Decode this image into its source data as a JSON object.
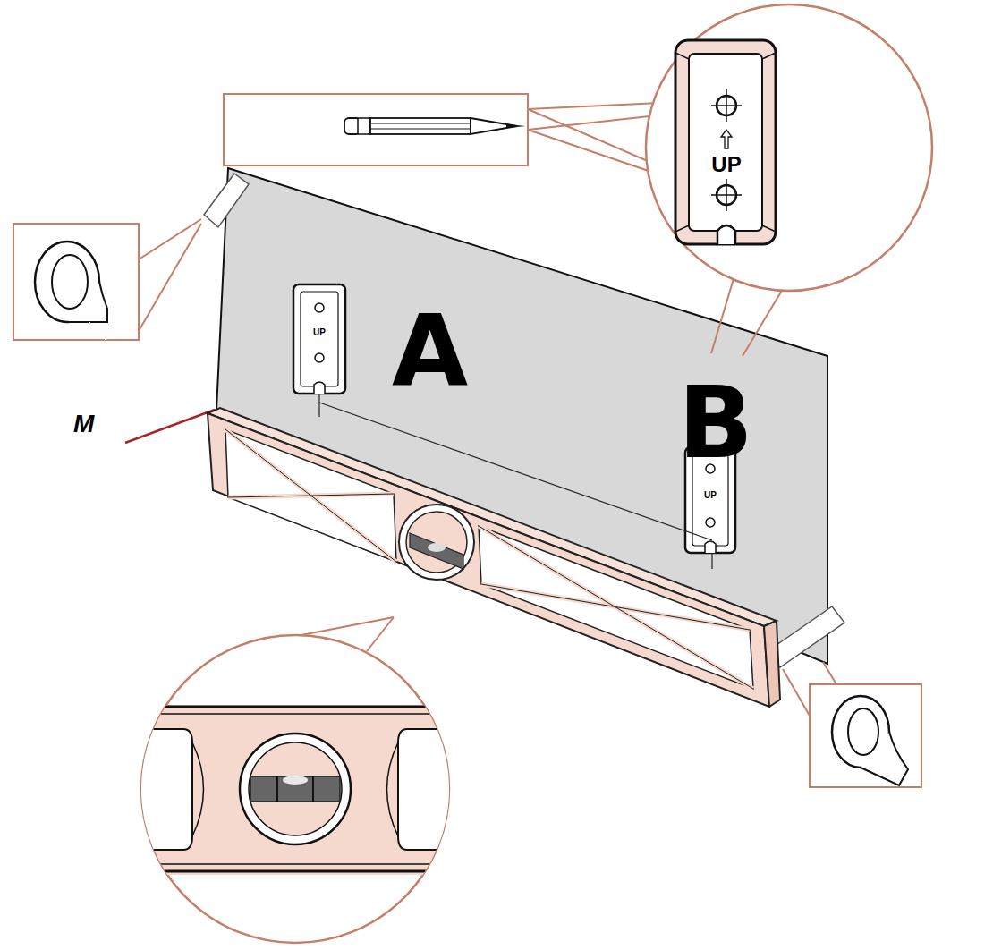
{
  "diagram": {
    "labels": [
      "M",
      "A",
      "B",
      "UP",
      "UP",
      "UP"
    ]
  }
}
